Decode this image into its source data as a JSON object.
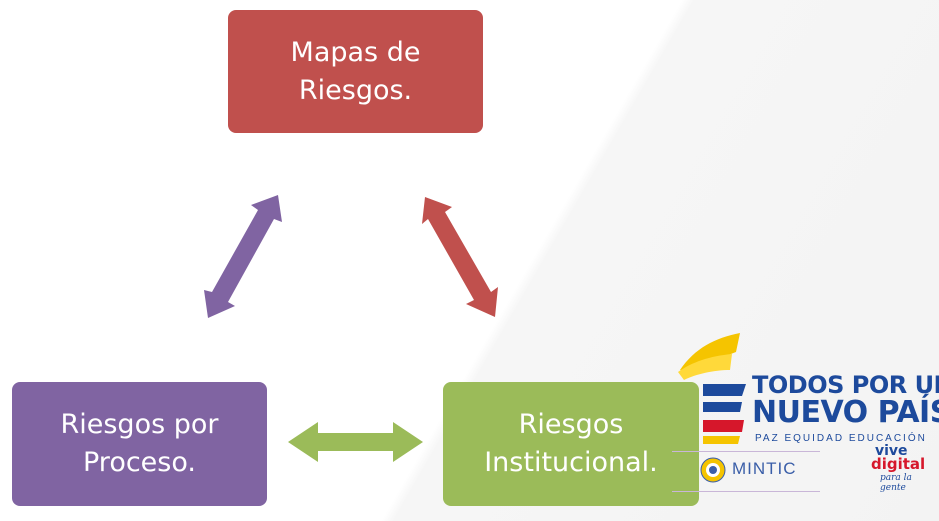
{
  "nodes": {
    "top": {
      "lines": [
        "Mapas de",
        "Riesgos."
      ],
      "color": "#c0504d"
    },
    "left": {
      "lines": [
        "Riesgos por",
        "Proceso."
      ],
      "color": "#8064a2"
    },
    "right": {
      "lines": [
        "Riesgos",
        "Institucional."
      ],
      "color": "#9bbb59"
    }
  },
  "arrows": [
    {
      "from": "left",
      "to": "top",
      "style": "double-headed",
      "color": "#8064a2"
    },
    {
      "from": "top",
      "to": "right",
      "style": "double-headed",
      "color": "#c0504d"
    },
    {
      "from": "left",
      "to": "right",
      "style": "double-headed",
      "color": "#9bbb59"
    }
  ],
  "logo": {
    "line1": "TODOS POR UN",
    "line2": "NUEVO PAÍS",
    "line3": "PAZ  EQUIDAD  EDUCACIÓN",
    "mintic": "MINTIC",
    "vive": "vive",
    "digital": "digital",
    "tagline": "para la gente",
    "colors": {
      "blue": "#1d4a9c",
      "yellow": "#f5c400",
      "red": "#d6172b"
    }
  }
}
